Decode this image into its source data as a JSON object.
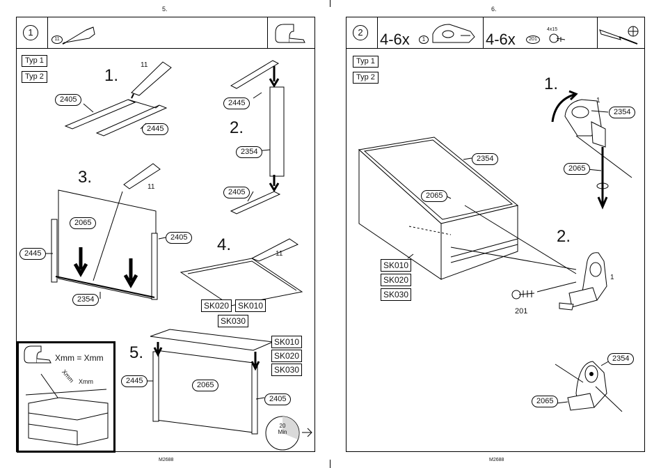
{
  "left_page": {
    "page_number": "5.",
    "footer_code": "M2688",
    "header": {
      "step_circle": "1",
      "glue_code": "11"
    },
    "type_labels": [
      "Typ 1",
      "Typ 2"
    ],
    "steps": [
      "1.",
      "2.",
      "3.",
      "4.",
      "5."
    ],
    "parts": {
      "p2405_a": "2405",
      "p2445_a": "2445",
      "p2445_b": "2445",
      "p2354_a": "2354",
      "p2405_b": "2405",
      "p2065_a": "2065",
      "p2405_c": "2405",
      "p2445_c": "2445",
      "p2354_b": "2354",
      "p2445_d": "2445",
      "p2065_b": "2065",
      "p2405_d": "2405"
    },
    "glue_labels": [
      "11",
      "11",
      "11"
    ],
    "sk_step4": [
      "SK020",
      "SK010",
      "SK030"
    ],
    "sk_step5": [
      "SK010",
      "SK020",
      "SK030"
    ],
    "inset": {
      "equation": "Xmm = Xmm",
      "xmm_horizontal": "Xmm",
      "xmm_diagonal": "Xmm"
    },
    "timer": {
      "minutes": "20",
      "unit": "Min"
    }
  },
  "right_page": {
    "page_number": "6.",
    "footer_code": "M2688",
    "header": {
      "step_circle": "2",
      "qty_1": "4-6x",
      "part_1": "1",
      "qty_2": "4-6x",
      "part_2": "201",
      "screw_size": "4x15"
    },
    "type_labels": [
      "Typ 1",
      "Typ 2"
    ],
    "steps": [
      "1.",
      "2."
    ],
    "parts": {
      "p2354_a": "2354",
      "p2354_b": "2354",
      "p2065_a": "2065",
      "p2065_b": "2065",
      "p2065_c": "2065",
      "p2354_c": "2354"
    },
    "sk_codes": [
      "SK010",
      "SK020",
      "SK030"
    ],
    "callouts": {
      "one_a": "1",
      "one_b": "1",
      "screw_201": "201"
    }
  },
  "colors": {
    "ink": "#000000",
    "paper": "#ffffff",
    "shade": "#d9d9d9"
  }
}
